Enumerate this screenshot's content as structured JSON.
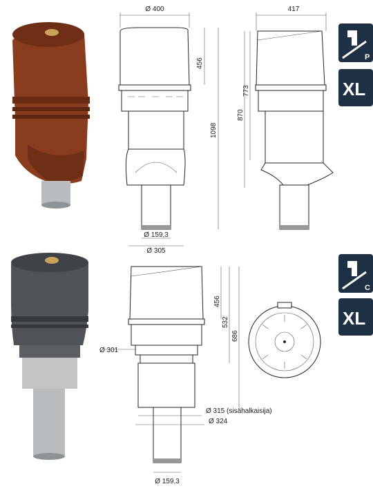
{
  "colors": {
    "terracotta": "#8a3d1e",
    "graphite": "#4f5358",
    "badge": "#1d3044",
    "pipe": "#b9bdbf"
  },
  "top_section": {
    "dim_width_top": "Ø 400",
    "dim_width_side": "417",
    "dim_h_456": "456",
    "dim_h_1098": "1098",
    "dim_h_773": "773",
    "dim_h_870": "870",
    "dim_pipe": "Ø 159,3",
    "dim_base": "Ø 305",
    "badge_letter": "P",
    "badge_xl": "XL"
  },
  "bottom_section": {
    "dim_h_456": "456",
    "dim_h_532": "532",
    "dim_h_686": "686",
    "dim_301": "Ø 301",
    "dim_315": "Ø 315 (sisähalkaisija)",
    "dim_324": "Ø 324",
    "dim_pipe": "Ø 159,3",
    "badge_letter": "C",
    "badge_xl": "XL"
  }
}
